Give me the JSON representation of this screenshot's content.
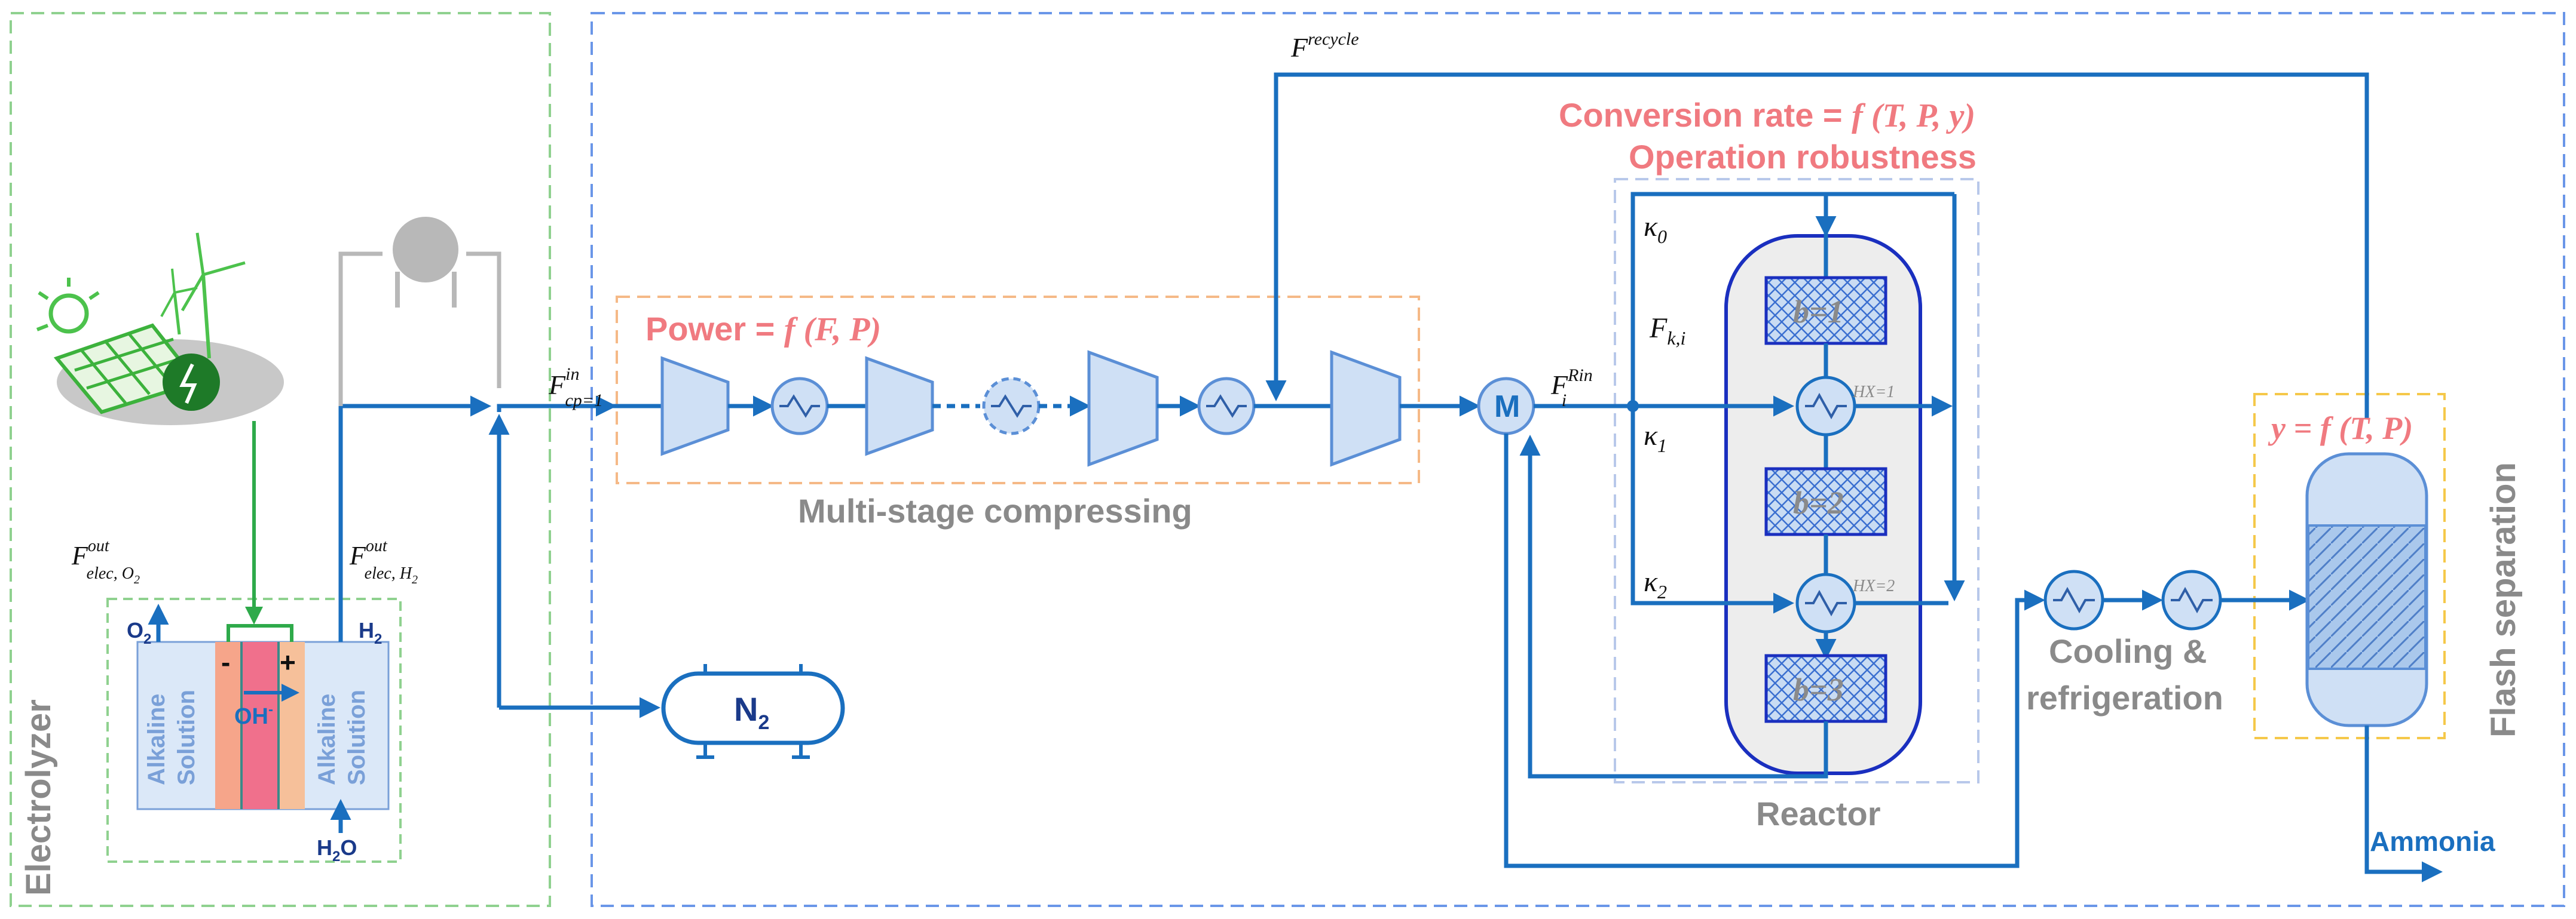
{
  "colors": {
    "flow": "#1a6fbf",
    "green_box": "#8fd18f",
    "blue_box": "#6a96e8",
    "orange_box": "#f5b987",
    "yellow_box": "#f5c84a",
    "pink_text": "#f07a80",
    "gray_text": "#8a8a8a",
    "equipment_fill": "#cfe0f5"
  },
  "electrolyzer": {
    "title": "Electrolyzer",
    "left_solution_line1": "Alkaline",
    "left_solution_line2": "Solution",
    "right_solution_line1": "Alkaline",
    "right_solution_line2": "Solution",
    "minus_sign": "-",
    "plus_sign": "+",
    "ion": "OH",
    "ion_charge": "-",
    "o2_label": "O",
    "o2_sub": "2",
    "h2_label": "H",
    "h2_sub": "2",
    "h2o_label": "H",
    "h2o_sub": "2",
    "h2o_tail": "O",
    "f_out_o2": "F",
    "f_out_o2_sup": "out",
    "f_out_o2_sub": "elec, O",
    "f_out_o2_subsub": "2",
    "f_out_h2": "F",
    "f_out_h2_sup": "out",
    "f_out_h2_sub": "elec, H",
    "f_out_h2_subsub": "2",
    "renewable_icon": "solar-wind-icon"
  },
  "compression": {
    "power_text": "Power = ",
    "power_func": "f",
    "power_args": " (F, P)",
    "stage_label": "Multi-stage compressing",
    "f_in": "F",
    "f_in_sup": "in",
    "f_in_sub": "cp=1",
    "n2_label": "N",
    "n2_sub": "2"
  },
  "recycle": {
    "f_recycle": "F",
    "f_recycle_sup": "recycle"
  },
  "reactor": {
    "title_line1_text": "Conversion rate = ",
    "title_line1_func": "f",
    "title_line1_args": " (T, P, y)",
    "title_line2": "Operation robustness",
    "label": "Reactor",
    "kappa0": "κ",
    "kappa0_sub": "0",
    "kappa1": "κ",
    "kappa1_sub": "1",
    "kappa2": "κ",
    "kappa2_sub": "2",
    "f_ki": "F",
    "f_ki_sub": "k,i",
    "f_rin": "F",
    "f_rin_sup": "Rin",
    "f_rin_sub": "i",
    "mixer": "M",
    "beds": [
      "b=1",
      "b=2",
      "b=3"
    ],
    "hx1": "HX=1",
    "hx2": "HX=2"
  },
  "cooling": {
    "line1": "Cooling &",
    "line2": "refrigeration"
  },
  "separation": {
    "func_y": "y",
    "func_eq": " = ",
    "func_f": "f",
    "func_args": " (T, P)",
    "title": "Flash separation",
    "product": "Ammonia"
  }
}
